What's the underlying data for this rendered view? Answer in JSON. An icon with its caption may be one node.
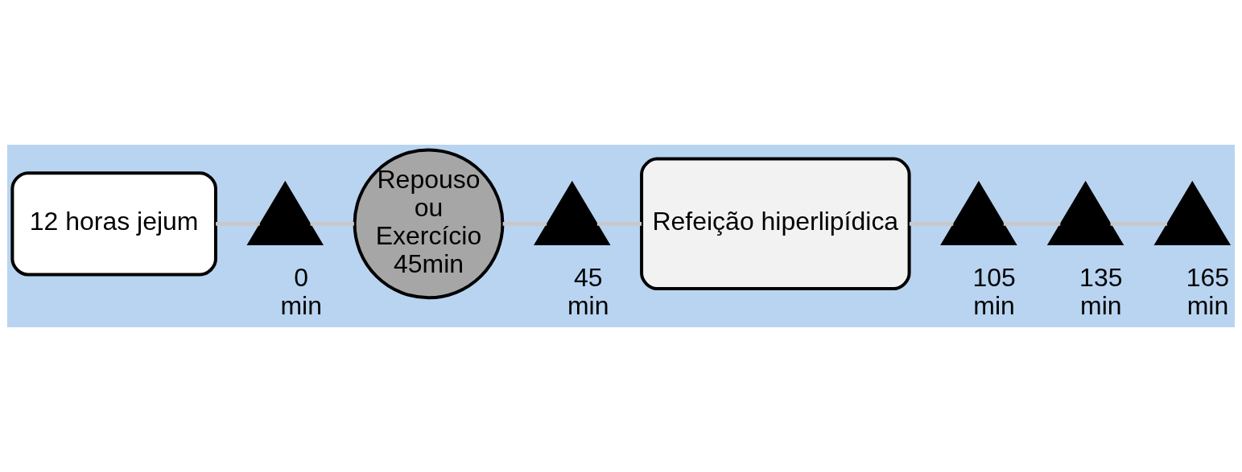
{
  "diagram": {
    "nodes": [
      {
        "text": [
          "12 horas jejum"
        ]
      },
      {
        "text": [],
        "shape": "triangle",
        "beside": [
          "0 min"
        ]
      },
      {
        "text": [
          "Repouso ou Exercício 45min"
        ]
      },
      {
        "text": [],
        "shape": "triangle",
        "beside": [
          "45 min"
        ]
      },
      {
        "text": [
          "Refeição hiperlipídica"
        ]
      },
      {
        "text": [],
        "shape": "triangle",
        "beside": [
          "105 min"
        ]
      },
      {
        "text": [],
        "shape": "triangle",
        "beside": [
          "135 min"
        ]
      },
      {
        "text": [],
        "shape": "triangle",
        "beside": [
          "165 min"
        ]
      }
    ],
    "edges": [
      {
        "from": 0,
        "to": 1,
        "arrow": "none"
      },
      {
        "from": 1,
        "to": 2,
        "arrow": "none"
      },
      {
        "from": 2,
        "to": 3,
        "arrow": "none"
      },
      {
        "from": 3,
        "to": 4,
        "arrow": "none"
      },
      {
        "from": 4,
        "to": 5,
        "arrow": "none"
      },
      {
        "from": 5,
        "to": 6,
        "arrow": "none"
      },
      {
        "from": 6,
        "to": 7,
        "arrow": "none"
      }
    ]
  }
}
